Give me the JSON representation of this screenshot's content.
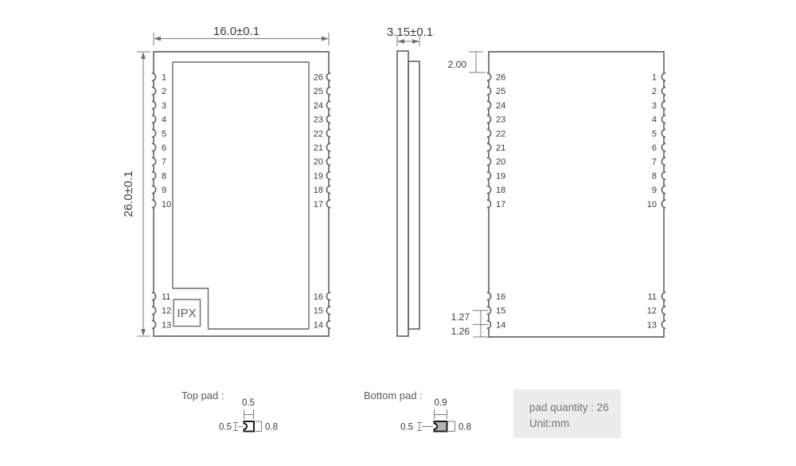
{
  "front_view": {
    "width_dim": "16.0±0.1",
    "height_dim": "26.0±0.1",
    "ipx_label": "IPX",
    "left_pins": [
      "1",
      "2",
      "3",
      "4",
      "5",
      "6",
      "7",
      "8",
      "9",
      "10",
      "11",
      "12",
      "13"
    ],
    "right_pins": [
      "26",
      "25",
      "24",
      "23",
      "22",
      "21",
      "20",
      "19",
      "18",
      "17",
      "16",
      "15",
      "14"
    ]
  },
  "side_view": {
    "thickness_dim": "3.15±0.1"
  },
  "back_view": {
    "top_clearance_dim": "2.00",
    "pin_pitch_dim": "1.27",
    "bottom_clearance_dim": "1.26",
    "left_pins": [
      "26",
      "25",
      "24",
      "23",
      "22",
      "21",
      "20",
      "19",
      "18",
      "17",
      "16",
      "15",
      "14"
    ],
    "right_pins": [
      "1",
      "2",
      "3",
      "4",
      "5",
      "6",
      "7",
      "8",
      "9",
      "10",
      "11",
      "12",
      "13"
    ]
  },
  "pad_details": {
    "top_pad_label": "Top pad :",
    "top_pad": {
      "width": "0.5",
      "notch": "0.5",
      "length": "0.8"
    },
    "bottom_pad_label": "Bottom pad :",
    "bottom_pad": {
      "width": "0.9",
      "notch": "0.5",
      "length": "0.8"
    },
    "info_line1": "pad quantity : 26",
    "info_line2": "Unit:mm"
  },
  "colors": {
    "outline": "#6a6a6a",
    "dimension_line": "#7c7c7c",
    "text": "#3c3c3c",
    "pad_outline": "#1c1c1c",
    "bottom_pad_fill": "#b4b4b4",
    "info_box_bg": "#ececec",
    "info_text": "#757575"
  }
}
